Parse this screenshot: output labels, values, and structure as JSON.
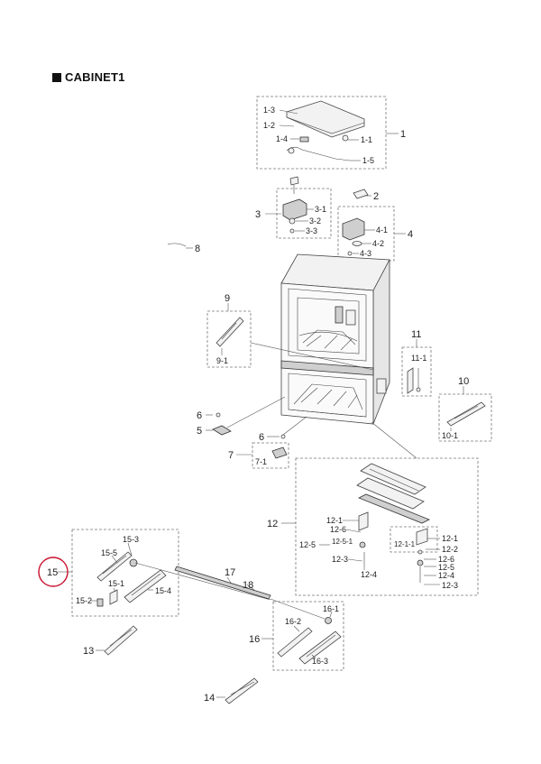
{
  "page": {
    "title": "CABINET1"
  },
  "highlight": {
    "label": "15",
    "color": "#c8102e"
  },
  "labels": {
    "p1_3": "1-3",
    "p1_2": "1-2",
    "p1_4": "1-4",
    "p1_1": "1-1",
    "p1_5": "1-5",
    "p1": "1",
    "p2": "2",
    "p3": "3",
    "p3_1": "3-1",
    "p3_2": "3-2",
    "p3_3": "3-3",
    "p4": "4",
    "p4_1": "4-1",
    "p4_2": "4-2",
    "p4_3": "4-3",
    "p8": "8",
    "p9": "9",
    "p9_1": "9-1",
    "p11": "11",
    "p11_1": "11-1",
    "p10": "10",
    "p10_1": "10-1",
    "p6a": "6",
    "p5": "5",
    "p6b": "6",
    "p7": "7",
    "p7_1": "7-1",
    "p12": "12",
    "p12_1a": "12-1",
    "p12_6a": "12-6",
    "p12_5": "12-5",
    "p12_5_1": "12-5-1",
    "p12_3a": "12-3",
    "p12_4a": "12-4",
    "p12_1_1": "12-1-1",
    "p12_1b": "12-1",
    "p12_2": "12-2",
    "p12_6b": "12-6",
    "p12_5b": "12-5",
    "p12_4b": "12-4",
    "p12_3b": "12-3",
    "p15_3": "15-3",
    "p15_5": "15-5",
    "p15_1": "15-1",
    "p15_2": "15-2",
    "p15_4": "15-4",
    "p17": "17",
    "p18": "18",
    "p16": "16",
    "p16_1": "16-1",
    "p16_2": "16-2",
    "p16_3": "16-3",
    "p13": "13",
    "p14": "14"
  }
}
